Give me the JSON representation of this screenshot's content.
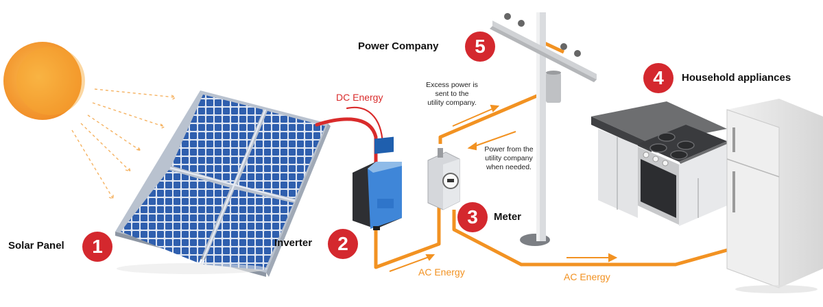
{
  "steps": [
    {
      "number": "1",
      "label": "Solar Panel"
    },
    {
      "number": "2",
      "label": "Inverter"
    },
    {
      "number": "3",
      "label": "Meter"
    },
    {
      "number": "4",
      "label": "Household appliances"
    },
    {
      "number": "5",
      "label": "Power Company"
    }
  ],
  "flows": {
    "dc": "DC Energy",
    "ac_left": "AC Energy",
    "ac_right": "AC Energy"
  },
  "notes": {
    "excess_line1": "Excess power is",
    "excess_line2": "sent to the",
    "excess_line3": "utility company.",
    "from_line1": "Power from the",
    "from_line2": "utility company",
    "from_line3": "when needed."
  },
  "colors": {
    "accent_red": "#d4282e",
    "ac_orange": "#f29222",
    "dc_red": "#d92b2b",
    "sun": "#f6a631",
    "panel_blue": "#2f5fae"
  }
}
